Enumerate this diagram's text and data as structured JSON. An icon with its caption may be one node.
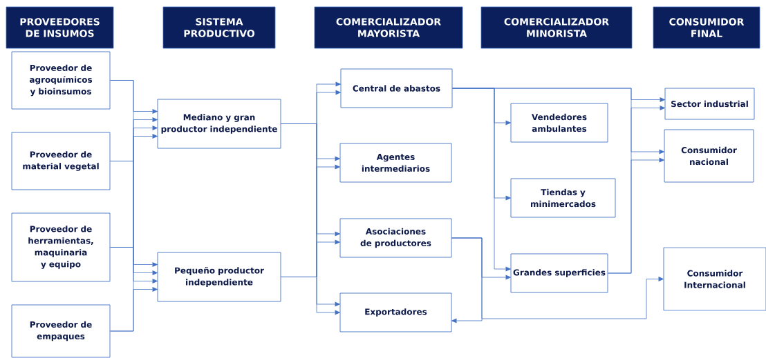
{
  "diagram": {
    "nodes": [
      {
        "text": [
          "PROVEEDORES DE INSUMOS"
        ]
      },
      {
        "text": [
          "SISTEMA PRODUCTIVO"
        ]
      },
      {
        "text": [
          "COMERCIALIZADOR MAYORISTA"
        ]
      },
      {
        "text": [
          "COMERCIALIZADOR MINORISTA"
        ]
      },
      {
        "text": [
          "CONSUMIDOR FINAL"
        ]
      },
      {
        "text": [
          "Proveedor de agroquímicos y bioinsumos"
        ]
      },
      {
        "text": [
          "Proveedor de material vegetal"
        ]
      },
      {
        "text": [
          "Proveedor de herramientas, maquinaria y equipo"
        ]
      },
      {
        "text": [
          "Proveedor de empaques"
        ]
      },
      {
        "text": [
          "Mediano y gran productor independiente"
        ]
      },
      {
        "text": [
          "Pequeño productor independiente"
        ]
      },
      {
        "text": [
          "Central de abastos"
        ]
      },
      {
        "text": [
          "Agentes intermediarios"
        ]
      },
      {
        "text": [
          "Asociaciones de productores"
        ]
      },
      {
        "text": [
          "Exportadores"
        ]
      },
      {
        "text": [
          "Vendedores ambulantes"
        ]
      },
      {
        "text": [
          "Tiendas y minimercados"
        ]
      },
      {
        "text": [
          "Grandes superficies"
        ]
      },
      {
        "text": [
          "Sector industrial"
        ]
      },
      {
        "text": [
          "Consumidor nacional"
        ]
      },
      {
        "text": [
          "Consumidor Internacional"
        ]
      }
    ],
    "edges": [
      {
        "from": 5,
        "to": 9,
        "arrow": "to"
      },
      {
        "from": 5,
        "to": 10,
        "arrow": "to"
      },
      {
        "from": 6,
        "to": 9,
        "arrow": "to"
      },
      {
        "from": 6,
        "to": 10,
        "arrow": "to"
      },
      {
        "from": 7,
        "to": 9,
        "arrow": "to"
      },
      {
        "from": 7,
        "to": 10,
        "arrow": "to"
      },
      {
        "from": 8,
        "to": 9,
        "arrow": "to"
      },
      {
        "from": 8,
        "to": 10,
        "arrow": "to"
      },
      {
        "from": 9,
        "to": 11,
        "arrow": "to"
      },
      {
        "from": 9,
        "to": 12,
        "arrow": "to"
      },
      {
        "from": 9,
        "to": 13,
        "arrow": "to"
      },
      {
        "from": 9,
        "to": 14,
        "arrow": "to"
      },
      {
        "from": 10,
        "to": 11,
        "arrow": "to"
      },
      {
        "from": 10,
        "to": 12,
        "arrow": "to"
      },
      {
        "from": 10,
        "to": 13,
        "arrow": "to"
      },
      {
        "from": 10,
        "to": 14,
        "arrow": "to"
      },
      {
        "from": 11,
        "to": 15,
        "arrow": "to"
      },
      {
        "from": 11,
        "to": 16,
        "arrow": "to"
      },
      {
        "from": 11,
        "to": 17,
        "arrow": "to"
      },
      {
        "from": 11,
        "to": 18,
        "arrow": "to"
      },
      {
        "from": 11,
        "to": 19,
        "arrow": "to"
      },
      {
        "from": 17,
        "to": 18,
        "arrow": "to"
      },
      {
        "from": 17,
        "to": 19,
        "arrow": "to"
      },
      {
        "from": 13,
        "to": 17,
        "arrow": "to"
      },
      {
        "from": 13,
        "to": 14,
        "arrow": "to"
      },
      {
        "from": 13,
        "to": 20,
        "arrow": "to"
      }
    ]
  }
}
